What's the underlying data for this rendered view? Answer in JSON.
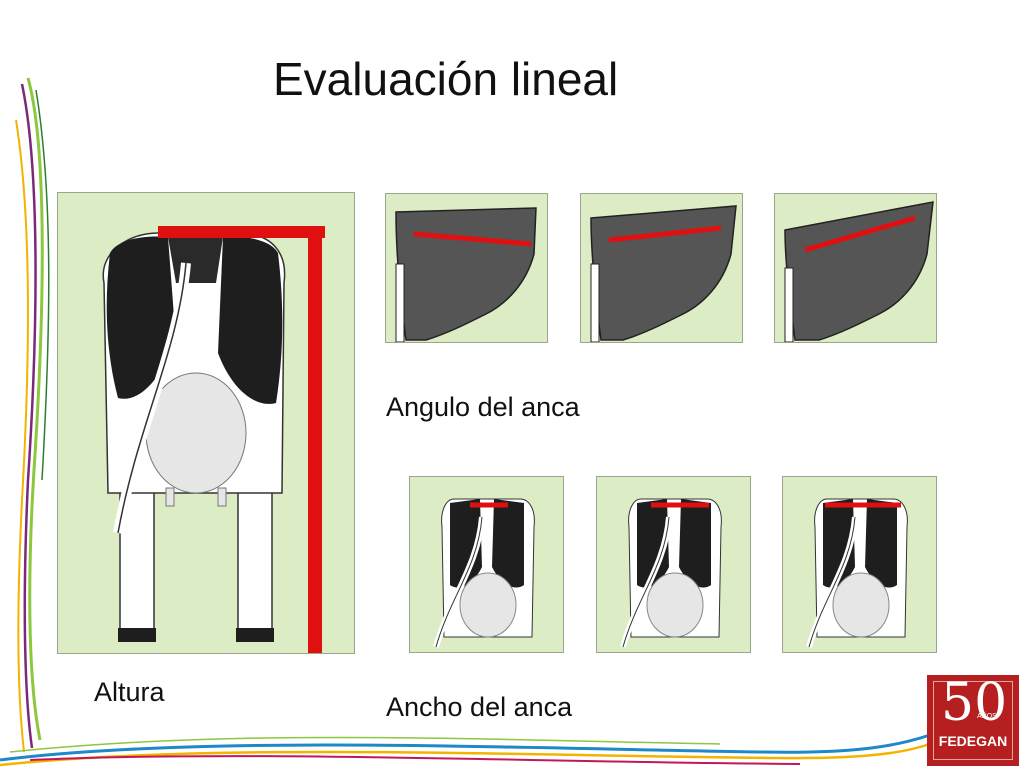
{
  "slide": {
    "title": "Evaluación lineal",
    "captions": {
      "height": "Altura",
      "rump_angle": "Angulo del anca",
      "rump_width": "Ancho del anca"
    }
  },
  "logo": {
    "number": "50",
    "sub": "AÑOS",
    "brand": "FEDEGAN"
  },
  "colors": {
    "panel_bg": "#dcecc4",
    "marker": "#e01010",
    "logo_bg": "#b51f1f",
    "cow_black": "#1e1e1e",
    "cow_dark_gray": "#555555"
  }
}
